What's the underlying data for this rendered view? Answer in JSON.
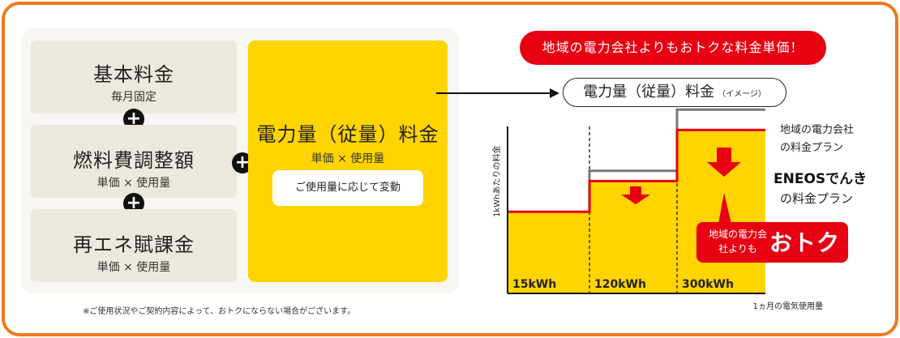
{
  "fees": {
    "basic": {
      "name": "基本料金",
      "sub": "毎月固定"
    },
    "fuel": {
      "name": "燃料費調整額",
      "sub": "単価 × 使用量"
    },
    "renewable": {
      "name": "再エネ賦課金",
      "sub": "単価 × 使用量"
    },
    "usage": {
      "name": "電力量（従量）料金",
      "sub": "単価 × 使用量",
      "vary": "ご使用量に応じて変動"
    }
  },
  "plus_symbol": "+",
  "note": "※ご使用状況やご契約内容によって、おトクにならない場合がございます。",
  "banner": "地域の電力会社よりもおトクな料金単価！",
  "pill": {
    "main": "電力量（従量）料金",
    "small": "（イメージ）"
  },
  "otoku": {
    "small": "地域の電力会社よりも",
    "big": "おトク"
  },
  "chart_data": {
    "type": "line",
    "ylabel": "1kWhあたりの料金",
    "xlabel": "1ヵ月の電気使用量",
    "tiers": [
      "15kWh",
      "120kWh",
      "300kWh"
    ],
    "series": [
      {
        "name": "地域の電力会社の料金プラン",
        "color": "#777777",
        "values": [
          4,
          6,
          9
        ]
      },
      {
        "name": "ENEOSでんきの料金プラン",
        "color": "#e60012",
        "values": [
          4,
          5.5,
          8
        ]
      }
    ],
    "ylim": [
      0,
      10
    ],
    "legend": {
      "regional": [
        "地域の電力会社",
        "の料金プラン"
      ],
      "eneos_brand": "ENEOSでんき",
      "eneos_sub": "の料金プラン"
    }
  },
  "colors": {
    "accent": "#e60012",
    "yellow": "#ffd400",
    "frame": "#ec7a1c"
  }
}
